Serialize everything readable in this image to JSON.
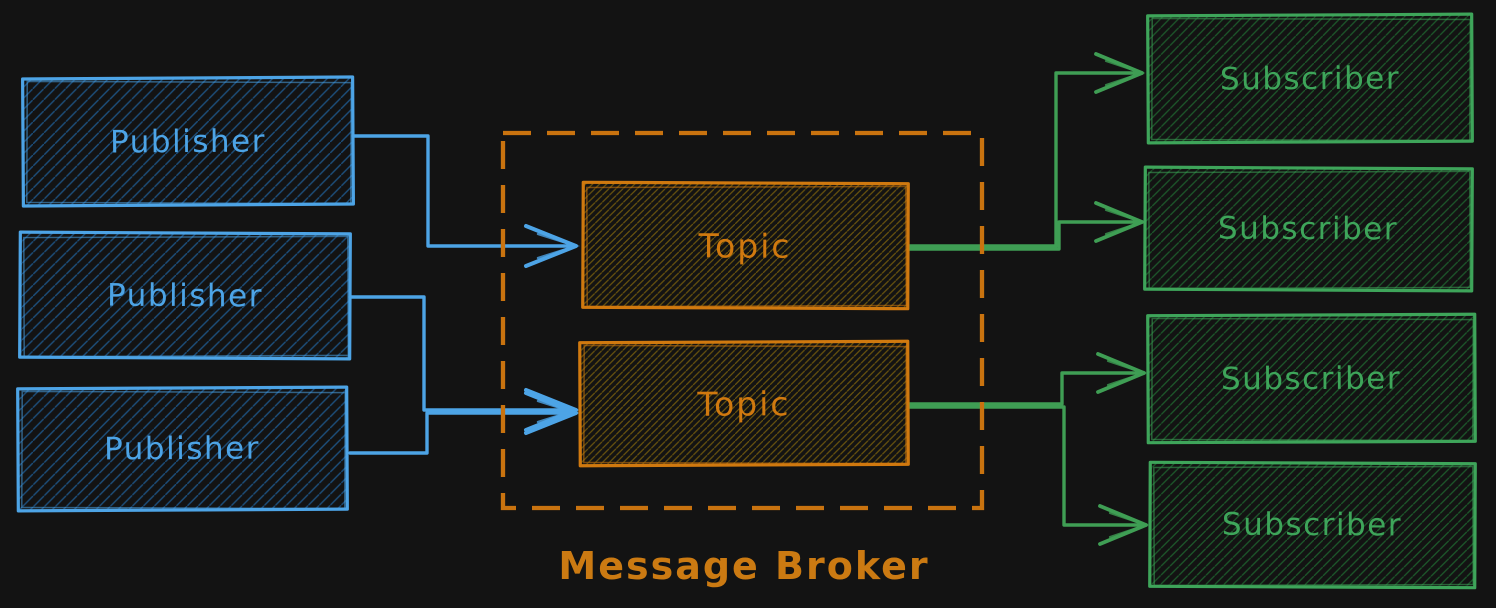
{
  "colors": {
    "background": "#131313",
    "publisher": "#4da4e6",
    "publisher_hatch": "#1d4f7c",
    "topic": "#d0790f",
    "topic_hatch": "#6b550e",
    "broker_border": "#c9730f",
    "broker_label": "#cb7a12",
    "subscriber": "#3ea55a",
    "subscriber_hatch": "#1d5a2b",
    "arrow_blue": "#4da4e6",
    "arrow_green": "#3f9e54"
  },
  "publishers": [
    {
      "id": "publisher-1",
      "label": "Publisher"
    },
    {
      "id": "publisher-2",
      "label": "Publisher"
    },
    {
      "id": "publisher-3",
      "label": "Publisher"
    }
  ],
  "broker": {
    "label": "Message Broker",
    "topics": [
      {
        "id": "topic-1",
        "label": "Topic"
      },
      {
        "id": "topic-2",
        "label": "Topic"
      }
    ]
  },
  "subscribers": [
    {
      "id": "subscriber-1",
      "label": "Subscriber"
    },
    {
      "id": "subscriber-2",
      "label": "Subscriber"
    },
    {
      "id": "subscriber-3",
      "label": "Subscriber"
    },
    {
      "id": "subscriber-4",
      "label": "Subscriber"
    }
  ],
  "edges": [
    {
      "from": "publisher-1",
      "to": "topic-1"
    },
    {
      "from": "publisher-2",
      "to": "topic-2"
    },
    {
      "from": "publisher-3",
      "to": "topic-2"
    },
    {
      "from": "topic-1",
      "to": "subscriber-1"
    },
    {
      "from": "topic-1",
      "to": "subscriber-2"
    },
    {
      "from": "topic-2",
      "to": "subscriber-3"
    },
    {
      "from": "topic-2",
      "to": "subscriber-4"
    }
  ]
}
